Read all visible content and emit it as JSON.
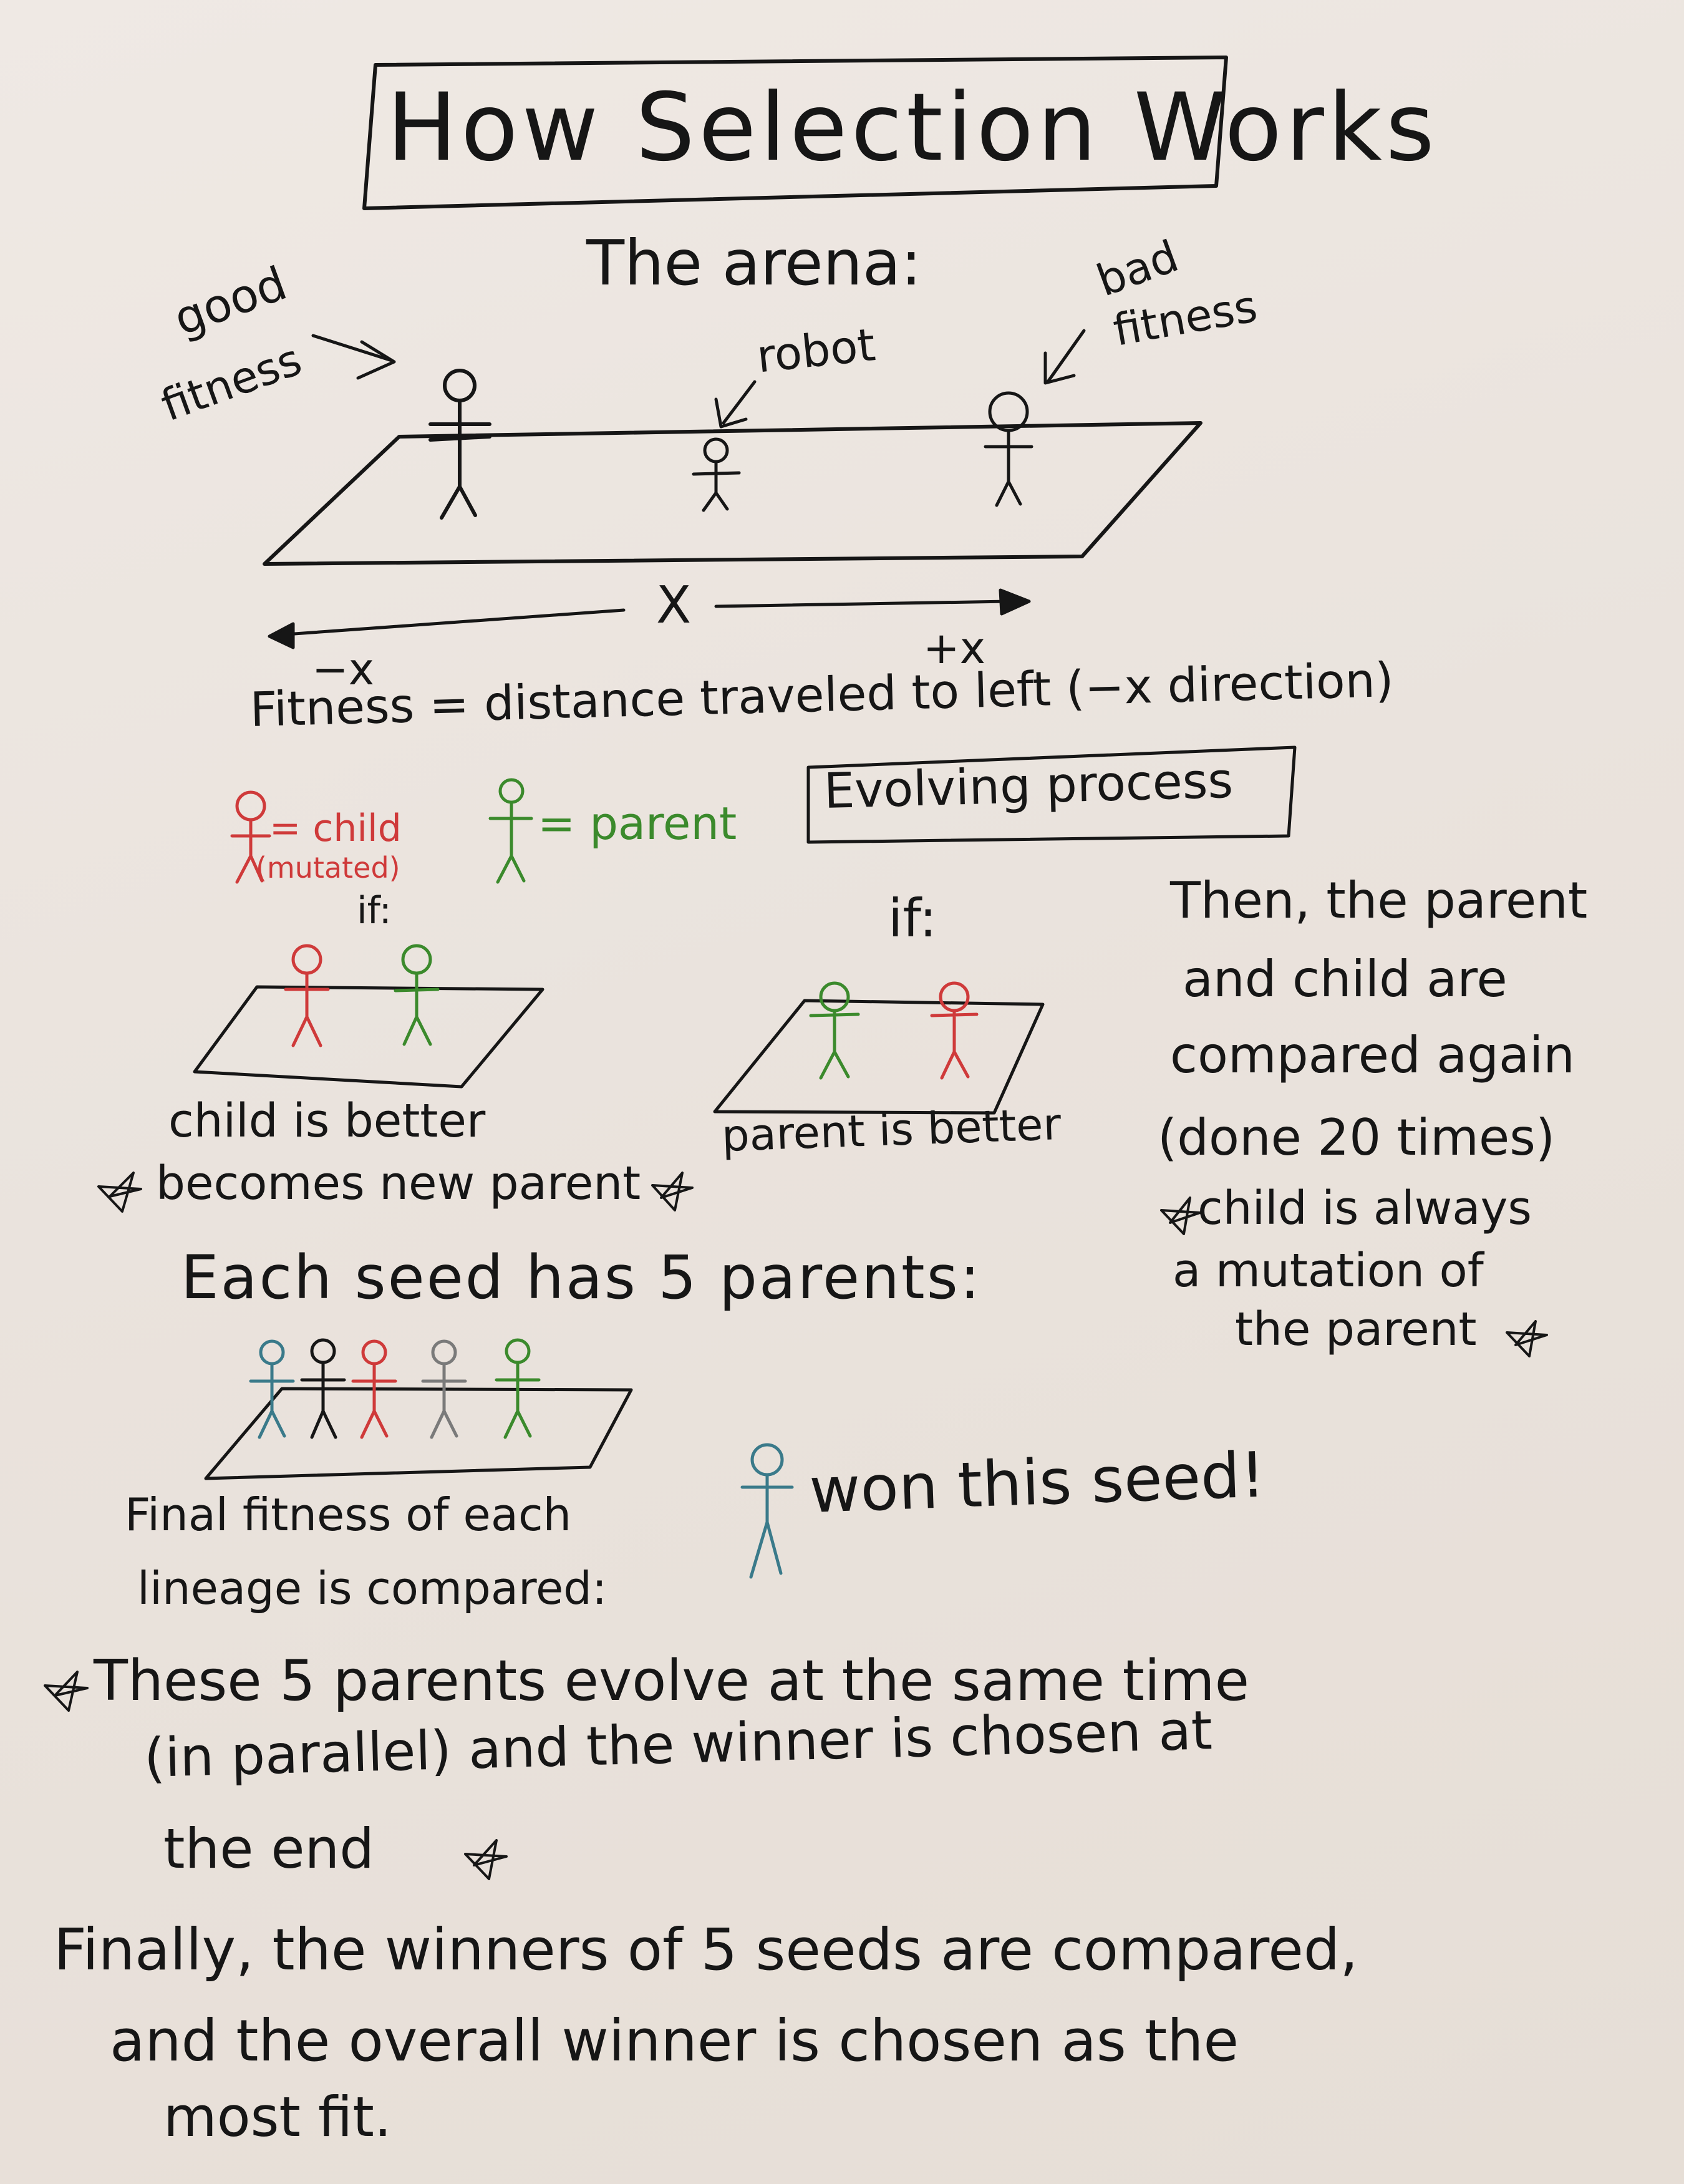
{
  "title": "How Selection Works",
  "arena": {
    "heading": "The arena:",
    "good_label_1": "good",
    "good_label_2": "fitness",
    "bad_label_1": "bad",
    "bad_label_2": "fitness",
    "robot_label": "robot",
    "axis_x": "X",
    "axis_neg": "−x",
    "axis_pos": "+x"
  },
  "fitness_definition": "Fitness = distance traveled to left (−x direction)",
  "legend": {
    "child": "= child",
    "mutated": "(mutated)",
    "parent": "= parent"
  },
  "evolving_box": "Evolving process",
  "scenario_child": {
    "if_label": "if:",
    "caption": "child is better",
    "result": "becomes new parent"
  },
  "scenario_parent": {
    "if_label": "if:",
    "caption": "parent is better"
  },
  "then_note": [
    "Then, the parent",
    "and child are",
    "compared again",
    "(done 20 times)"
  ],
  "mutation_note": [
    "child is always",
    "a mutation of",
    "the parent"
  ],
  "seed_heading": "Each seed has 5 parents:",
  "final_fitness": [
    "Final fitness of each",
    "lineage is compared:"
  ],
  "winner_text": "won this seed!",
  "parallel_note": [
    "These 5 parents evolve at the same time",
    "(in parallel) and the winner is chosen at",
    "the end"
  ],
  "final_note": [
    "Finally, the winners of 5 seeds are compared,",
    "and the overall winner is chosen as the",
    "most fit."
  ],
  "colors": {
    "ink": "#161616",
    "child": "#cf3a3a",
    "parent": "#3b8a2c",
    "lineage_blue": "#3a7a8a",
    "paper": "#ebe4de"
  }
}
